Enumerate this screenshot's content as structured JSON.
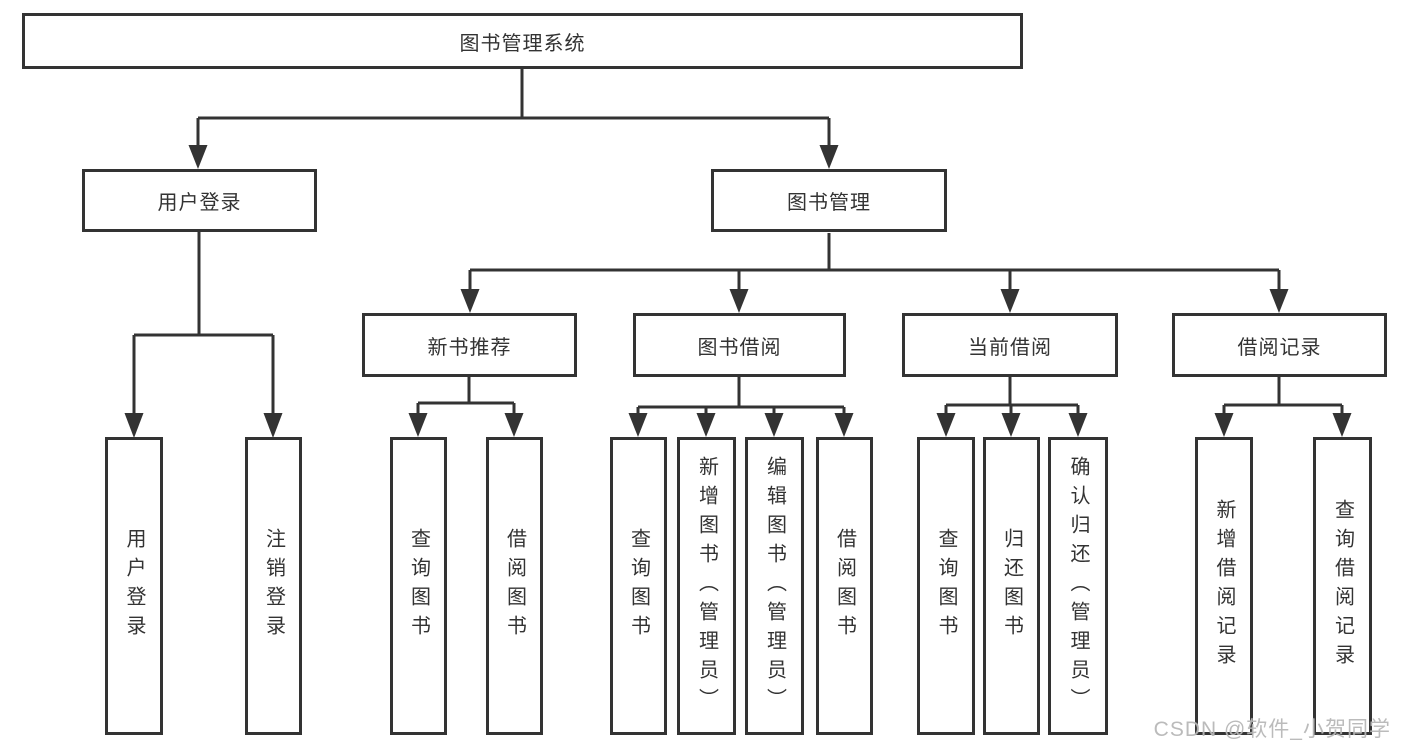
{
  "diagram": {
    "title": "图书管理系统",
    "root": {
      "label": "图书管理系统"
    },
    "level2": [
      {
        "label": "用户登录"
      },
      {
        "label": "图书管理"
      }
    ],
    "level3": [
      {
        "label": "新书推荐",
        "parent": "图书管理"
      },
      {
        "label": "图书借阅",
        "parent": "图书管理"
      },
      {
        "label": "当前借阅",
        "parent": "图书管理"
      },
      {
        "label": "借阅记录",
        "parent": "图书管理"
      }
    ],
    "leaves": [
      {
        "label": "用户登录",
        "parent": "用户登录"
      },
      {
        "label": "注销登录",
        "parent": "用户登录"
      },
      {
        "label": "查询图书",
        "parent": "新书推荐"
      },
      {
        "label": "借阅图书",
        "parent": "新书推荐"
      },
      {
        "label": "查询图书",
        "parent": "图书借阅"
      },
      {
        "label": "新增图书（管理员）",
        "parent": "图书借阅"
      },
      {
        "label": "编辑图书（管理员）",
        "parent": "图书借阅"
      },
      {
        "label": "借阅图书",
        "parent": "图书借阅"
      },
      {
        "label": "查询图书",
        "parent": "当前借阅"
      },
      {
        "label": "归还图书",
        "parent": "当前借阅"
      },
      {
        "label": "确认归还（管理员）",
        "parent": "当前借阅"
      },
      {
        "label": "新增借阅记录",
        "parent": "借阅记录"
      },
      {
        "label": "查询借阅记录",
        "parent": "借阅记录"
      }
    ]
  },
  "watermark": {
    "text": "CSDN @软件_小贺同学"
  },
  "colors": {
    "line": "#333333",
    "box_border": "#333333",
    "text": "#333333",
    "background": "#ffffff",
    "watermark": "#b2b2b2"
  }
}
